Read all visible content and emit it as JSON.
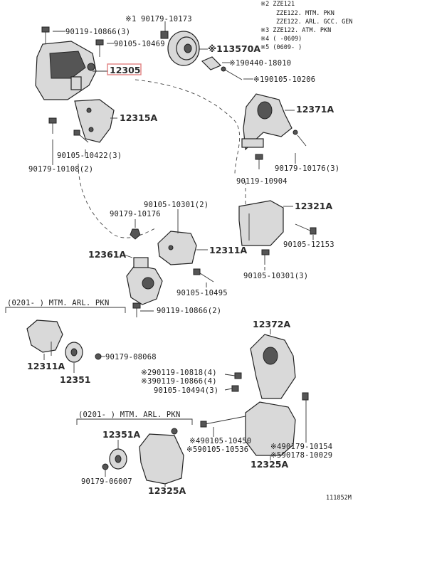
{
  "notes": {
    "n1": "※2 ZZE121",
    "n2": "ZZE122. MTM. PKN",
    "n3": "ZZE122. ARL. GCC. GEN",
    "n4": "※3 ZZE122. ATM. PKN",
    "n5": "※4 (  -0609)",
    "n6": "※5 (0609-  )"
  },
  "section_mtm_1": "(0201-     ) MTM. ARL. PKN",
  "section_mtm_2": "(0201-     ) MTM. ARL. PKN",
  "labels": {
    "p90179_10173": "※1 90179-10173",
    "p90119_10866a": "90119-10866(3)",
    "p90105_10469": "90105-10469",
    "p13570A": "※113570A",
    "p90440_18010": "※190440-18010",
    "p90105_10206": "※190105-10206",
    "p12305": "12305",
    "p12371A": "12371A",
    "p12315A": "12315A",
    "p90105_10422": "90105-10422(3)",
    "p90179_10108": "90179-10108(2)",
    "p90179_10176a": "90179-10176(3)",
    "p90119_10904": "90119-10904",
    "p90105_10301a": "90105-10301(2)",
    "p90179_10176b": "90179-10176",
    "p12321A": "12321A",
    "p12311A_top": "12311A",
    "p12361A": "12361A",
    "p90105_12153": "90105-12153",
    "p90105_10301b": "90105-10301(3)",
    "p90105_10495": "90105-10495",
    "p90119_10866b": "90119-10866(2)",
    "p12372A": "12372A",
    "p90179_08068": "90179-08068",
    "p12311A_low": "12311A",
    "p12351": "12351",
    "p290119_10818": "※290119-10818(4)",
    "p390119_10866": "※390119-10866(4)",
    "p90105_10494": "90105-10494(3)",
    "p12351A": "12351A",
    "p490105_10450": "※490105-10450",
    "p590105_10536": "※590105-10536",
    "p490179_10154": "※490179-10154",
    "p590178_10029": "※590178-10029",
    "p90179_06007": "90179-06007",
    "p12325A_left": "12325A",
    "p12325A_right": "12325A",
    "ref": "111852M"
  }
}
